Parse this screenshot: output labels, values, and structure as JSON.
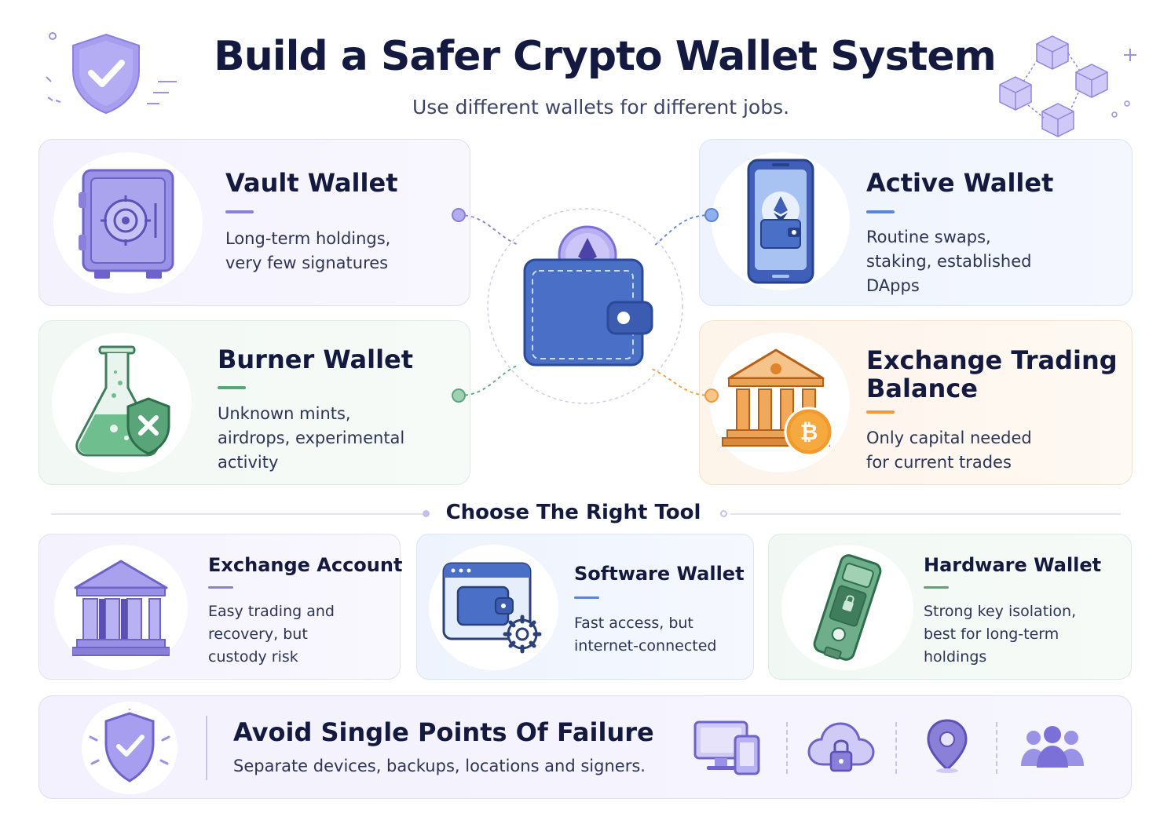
{
  "header": {
    "title": "Build a Safer Crypto Wallet System",
    "subtitle": "Use different wallets for different jobs."
  },
  "wallets": {
    "vault": {
      "title": "Vault Wallet",
      "text": "Long-term holdings,\nvery few signatures",
      "icon": "safe-icon",
      "accent": "#8a80d8"
    },
    "burner": {
      "title": "Burner Wallet",
      "text": "Unknown mints,\nairdrops, experimental\nactivity",
      "icon": "flask-shield-icon",
      "accent": "#5aa47a"
    },
    "active": {
      "title": "Active Wallet",
      "text": "Routine swaps,\nstaking, established\nDApps",
      "icon": "phone-wallet-icon",
      "accent": "#5b84d6"
    },
    "exchange": {
      "title": "Exchange Trading\nBalance",
      "text": "Only capital needed\nfor current trades",
      "icon": "bank-bitcoin-icon",
      "accent": "#f09a3a"
    }
  },
  "center": {
    "icon": "wallet-ethereum-icon"
  },
  "tools": {
    "section_title": "Choose The Right Tool",
    "items": [
      {
        "title": "Exchange Account",
        "text": "Easy trading and\nrecovery, but\ncustody risk",
        "icon": "bank-icon"
      },
      {
        "title": "Software Wallet",
        "text": "Fast access, but\ninternet-connected",
        "icon": "browser-wallet-gear-icon"
      },
      {
        "title": "Hardware Wallet",
        "text": "Strong key isolation,\nbest for long-term\nholdings",
        "icon": "hardware-device-icon"
      }
    ]
  },
  "banner": {
    "title": "Avoid Single Points Of Failure",
    "text": "Separate devices, backups, locations and signers.",
    "icons": [
      "devices-icon",
      "cloud-lock-icon",
      "location-pin-icon",
      "people-group-icon"
    ]
  },
  "colors": {
    "primary": "#7b70d8",
    "navy": "#14193f",
    "blue": "#4a6fc7",
    "green": "#4e9a6d",
    "orange": "#f09a3a"
  }
}
